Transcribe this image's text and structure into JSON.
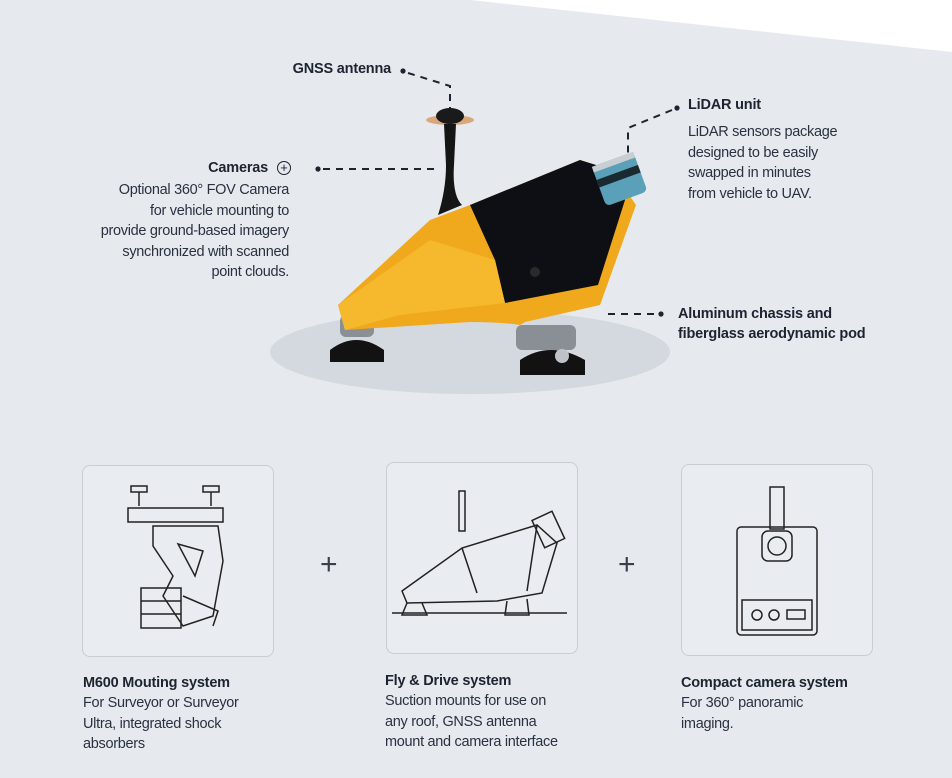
{
  "callouts": {
    "gnss": {
      "title": "GNSS antenna"
    },
    "cameras": {
      "title": "Cameras",
      "icon": "plus-circle-icon",
      "lines": [
        "Optional 360° FOV Camera",
        "for vehicle mounting to",
        "provide ground-based imagery",
        "synchronized with scanned",
        "point clouds."
      ]
    },
    "lidar": {
      "title": "LiDAR unit",
      "lines": [
        "LiDAR sensors package",
        "designed to be easily",
        "swapped in minutes",
        "from vehicle to UAV."
      ]
    },
    "chassis": {
      "lines": [
        "Aluminum chassis and",
        "fiberglass aerodynamic pod"
      ]
    }
  },
  "systems": [
    {
      "title": "M600 Mouting system",
      "lines": [
        "For Surveyor or Surveyor",
        "Ultra, integrated shock",
        "absorbers"
      ]
    },
    {
      "title": "Fly & Drive system",
      "lines": [
        "Suction mounts for use on",
        "any roof, GNSS antenna",
        "mount and camera interface"
      ]
    },
    {
      "title": "Compact camera system",
      "lines": [
        "For 360° panoramic",
        "imaging."
      ]
    }
  ],
  "separators": [
    "+",
    "+"
  ],
  "colors": {
    "background": "#e6e9ee",
    "pod_yellow": "#f0a81c",
    "pod_black": "#0d0f14",
    "shadow": "#d3d7de"
  }
}
